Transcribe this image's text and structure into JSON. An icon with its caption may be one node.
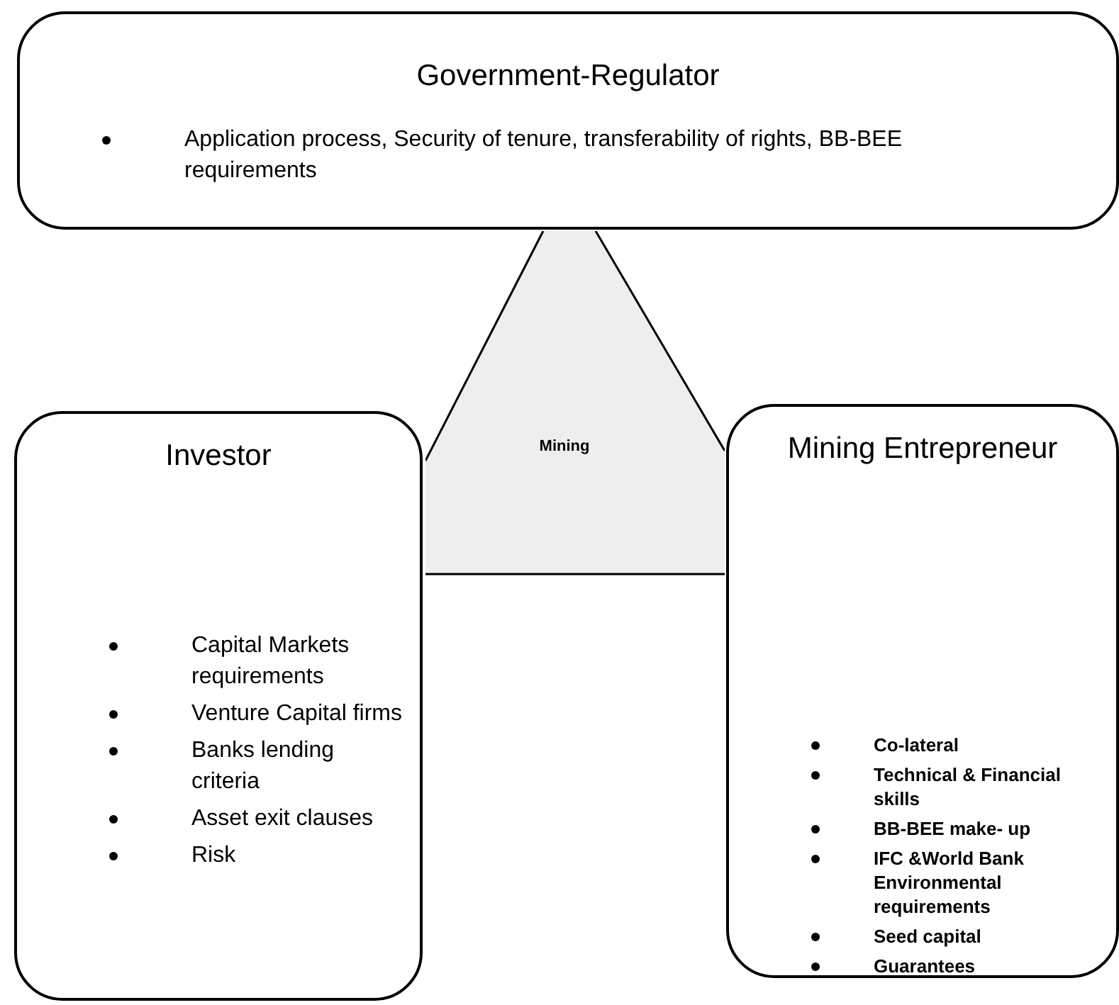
{
  "diagram": {
    "nodes": [
      {
        "text": [
          "Government-Regulator",
          "Application process, Security of tenure, transferability of rights, BB-BEE requirements"
        ]
      },
      {
        "text": [
          "Investor",
          "Capital Markets requirements",
          "Venture Capital firms",
          "Banks lending criteria",
          "Asset exit clauses",
          "Risk"
        ]
      },
      {
        "text": [
          "Mining"
        ]
      },
      {
        "text": [
          "Mining Entrepreneur",
          "Co-lateral",
          "Technical & Financial skills",
          "BB-BEE make- up",
          "IFC &World Bank Environmental requirements",
          "Seed capital",
          "Guarantees"
        ]
      }
    ],
    "edges": []
  }
}
